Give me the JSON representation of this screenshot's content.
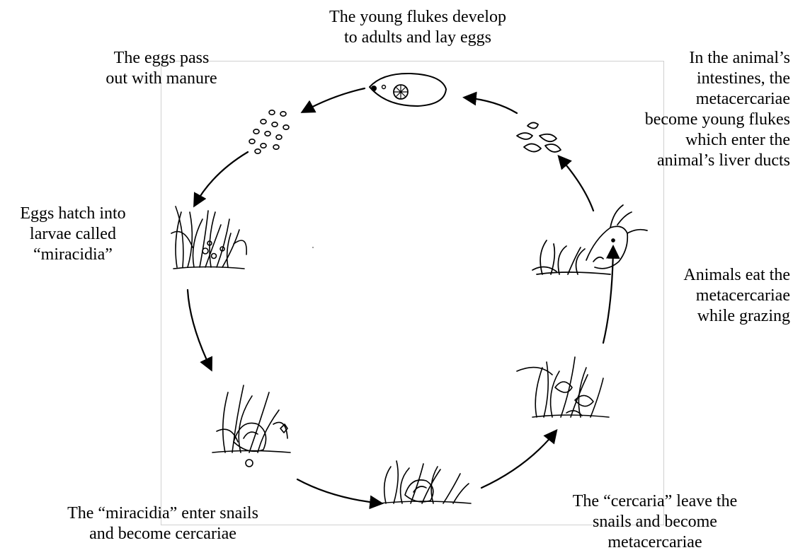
{
  "diagram": {
    "stages": [
      {
        "id": "adults",
        "lines": [
          "The young flukes develop",
          "to adults and lay eggs"
        ]
      },
      {
        "id": "eggs",
        "lines": [
          "The eggs pass",
          "out with manure"
        ]
      },
      {
        "id": "young-flukes",
        "lines": [
          "In the animal’s",
          "intestines, the",
          "metacercariae",
          "become young flukes",
          "which enter the",
          "animal’s liver ducts"
        ]
      },
      {
        "id": "miracidia",
        "lines": [
          "Eggs hatch into",
          "larvae called",
          "“miracidia”"
        ]
      },
      {
        "id": "grazing",
        "lines": [
          "Animals eat the",
          "metacercariae",
          "while grazing"
        ]
      },
      {
        "id": "snails",
        "lines": [
          "The “miracidia” enter snails",
          "and become cercariae"
        ]
      },
      {
        "id": "cercaria",
        "lines": [
          "The “cercaria” leave the",
          "snails and become",
          "metacercariae"
        ]
      }
    ],
    "illustrations": [
      "adult-fluke-icon",
      "eggs-icon",
      "young-flukes-icon",
      "grass-miracidia-icon",
      "grass-snail-icon",
      "grass-snail-center-icon",
      "grass-metacercariae-icon",
      "goat-grazing-icon"
    ],
    "colors": {
      "ink": "#000000",
      "frame": "#d0d0d0",
      "background": "#ffffff"
    }
  }
}
